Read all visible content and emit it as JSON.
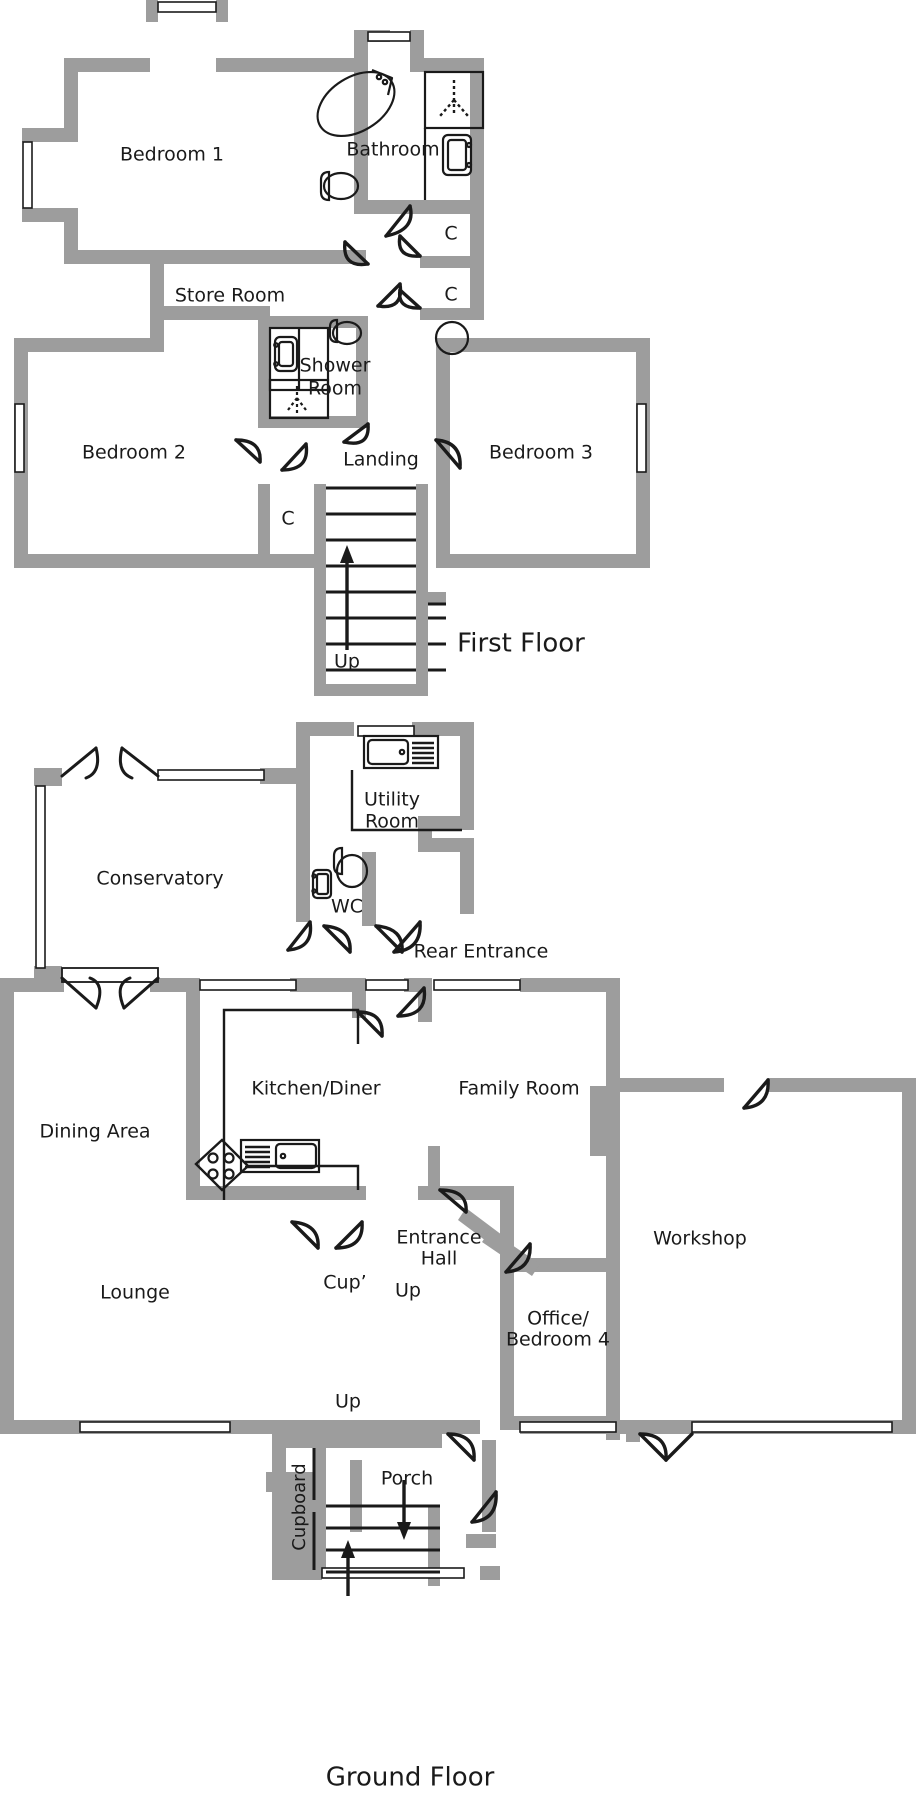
{
  "document": {
    "type": "floorplan",
    "floors": [
      "First Floor",
      "Ground Floor"
    ]
  },
  "colors": {
    "wall": "#9d9d9d",
    "line": "#1a1a1a",
    "background": "#ffffff",
    "text": "#1a1a1a"
  },
  "first_floor": {
    "title": "First Floor",
    "rooms": [
      {
        "id": "bedroom1",
        "label": "Bedroom 1"
      },
      {
        "id": "bathroom",
        "label": "Bathroom"
      },
      {
        "id": "store-room",
        "label": "Store Room"
      },
      {
        "id": "shower-room",
        "label": "Shower\nRoom",
        "line1": "Shower",
        "line2": "Room"
      },
      {
        "id": "bedroom2",
        "label": "Bedroom 2"
      },
      {
        "id": "bedroom3",
        "label": "Bedroom 3"
      },
      {
        "id": "landing",
        "label": "Landing"
      },
      {
        "id": "cupboard-a",
        "label": "C"
      },
      {
        "id": "cupboard-b",
        "label": "C"
      },
      {
        "id": "cupboard-c",
        "label": "C"
      }
    ],
    "stair_label": "Up",
    "fixtures": [
      "bath",
      "toilet",
      "shower-cubicle",
      "wash-basin",
      "shower-tray",
      "hot-water-cylinder"
    ]
  },
  "ground_floor": {
    "title": "Ground Floor",
    "rooms": [
      {
        "id": "conservatory",
        "label": "Conservatory"
      },
      {
        "id": "utility-room",
        "label": "Utility\nRoom",
        "line1": "Utility",
        "line2": "Room"
      },
      {
        "id": "wc",
        "label": "WC"
      },
      {
        "id": "rear-entrance",
        "label": "Rear Entrance"
      },
      {
        "id": "kitchen-diner",
        "label": "Kitchen/Diner"
      },
      {
        "id": "family-room",
        "label": "Family Room"
      },
      {
        "id": "dining-area",
        "label": "Dining Area"
      },
      {
        "id": "lounge",
        "label": "Lounge"
      },
      {
        "id": "workshop",
        "label": "Workshop"
      },
      {
        "id": "entrance-hall",
        "label": "Entrance\nHall",
        "line1": "Entrance",
        "line2": "Hall"
      },
      {
        "id": "office-bedroom4",
        "label": "Office/\nBedroom 4",
        "line1": "Office/",
        "line2": "Bedroom 4"
      },
      {
        "id": "cup",
        "label": "Cup’"
      },
      {
        "id": "porch",
        "label": "Porch"
      },
      {
        "id": "cupboard",
        "label": "Cupboard"
      }
    ],
    "stair_labels": [
      "Up",
      "Up"
    ],
    "fixtures": [
      "kitchen-sink",
      "utility-sink",
      "hob",
      "toilet",
      "wash-basin"
    ]
  }
}
